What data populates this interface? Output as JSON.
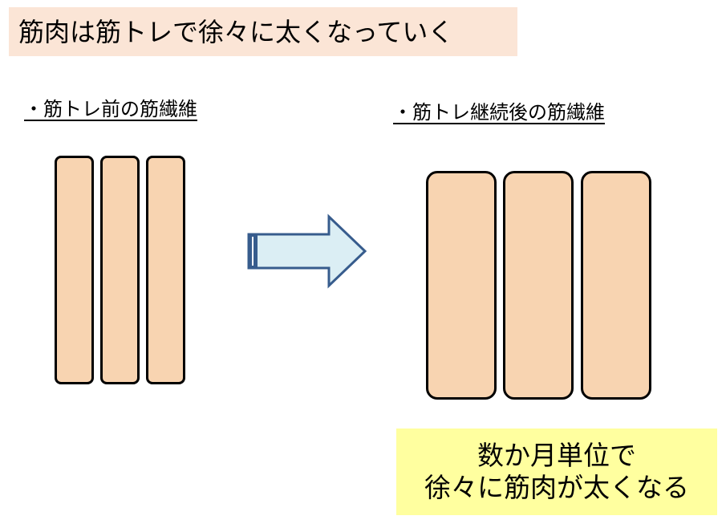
{
  "title": "筋肉は筋トレで徐々に太くなっていく",
  "before": {
    "label": "・筋トレ前の筋繊維",
    "fiber_count": 3
  },
  "after": {
    "label": "・筋トレ継続後の筋繊維",
    "fiber_count": 3
  },
  "arrow": {
    "icon": "right-arrow-icon",
    "direction": "right"
  },
  "note": {
    "lines": [
      "数か月単位で",
      "徐々に筋肉が太くなる"
    ]
  },
  "colors": {
    "title_bg": "#fbe5d6",
    "fiber_fill": "#f8d4b1",
    "fiber_stroke": "#000000",
    "arrow_fill": "#dbeef4",
    "arrow_stroke": "#375c8d",
    "note_bg": "#ffff9f"
  }
}
